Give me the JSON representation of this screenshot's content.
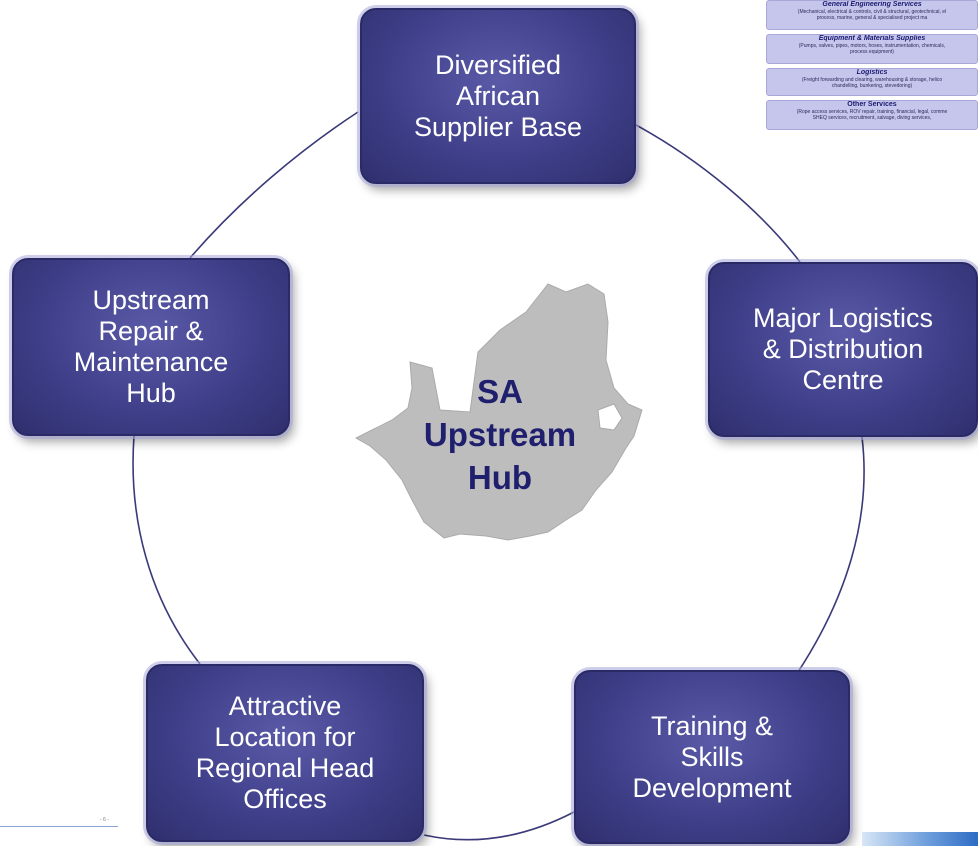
{
  "hub": {
    "line1": "SA",
    "line2": "Upstream",
    "line3": "Hub"
  },
  "nodes": {
    "supplier": {
      "line1": "Diversified",
      "line2": "African",
      "line3": "Supplier Base"
    },
    "logistics": {
      "line1": "Major Logistics",
      "line2": "& Distribution",
      "line3": "Centre"
    },
    "training": {
      "line1": "Training &",
      "line2": "Skills",
      "line3": "Development"
    },
    "location": {
      "line1": "Attractive",
      "line2": "Location for",
      "line3": "Regional Head",
      "line4": "Offices"
    },
    "repair": {
      "line1": "Upstream",
      "line2": "Repair &",
      "line3": "Maintenance",
      "line4": "Hub"
    }
  },
  "legend": {
    "general": {
      "title": "General Engineering Services",
      "desc1": "(Mechanical, electrical & controls, civil & structural, geotechnical, el",
      "desc2": "process, marine, general & specialised project ma"
    },
    "equipment": {
      "title": "Equipment & Materials Supplies",
      "desc1": "(Pumps, valves, pipes, motors, hoses, instrumentation, chemicals,",
      "desc2": "process equipment)"
    },
    "logistics": {
      "title": "Logistics",
      "desc1": "(Freight forwarding and clearing, warehousing & storage, helico",
      "desc2": "chandelling, bunkering, stevedoring)"
    },
    "other": {
      "title": "Other Services",
      "desc1": "(Rope access services, ROV repair, training, financial, legal, comme",
      "desc2": "SHEQ services, recruitment, salvage, diving services,"
    }
  },
  "footer": {
    "page_mark": "- 6 -"
  },
  "colors": {
    "node_fill": "#3f3f8a",
    "hub_text": "#1f1f6e",
    "map_fill": "#bdbdbd",
    "ring": "#3a3a7a"
  }
}
